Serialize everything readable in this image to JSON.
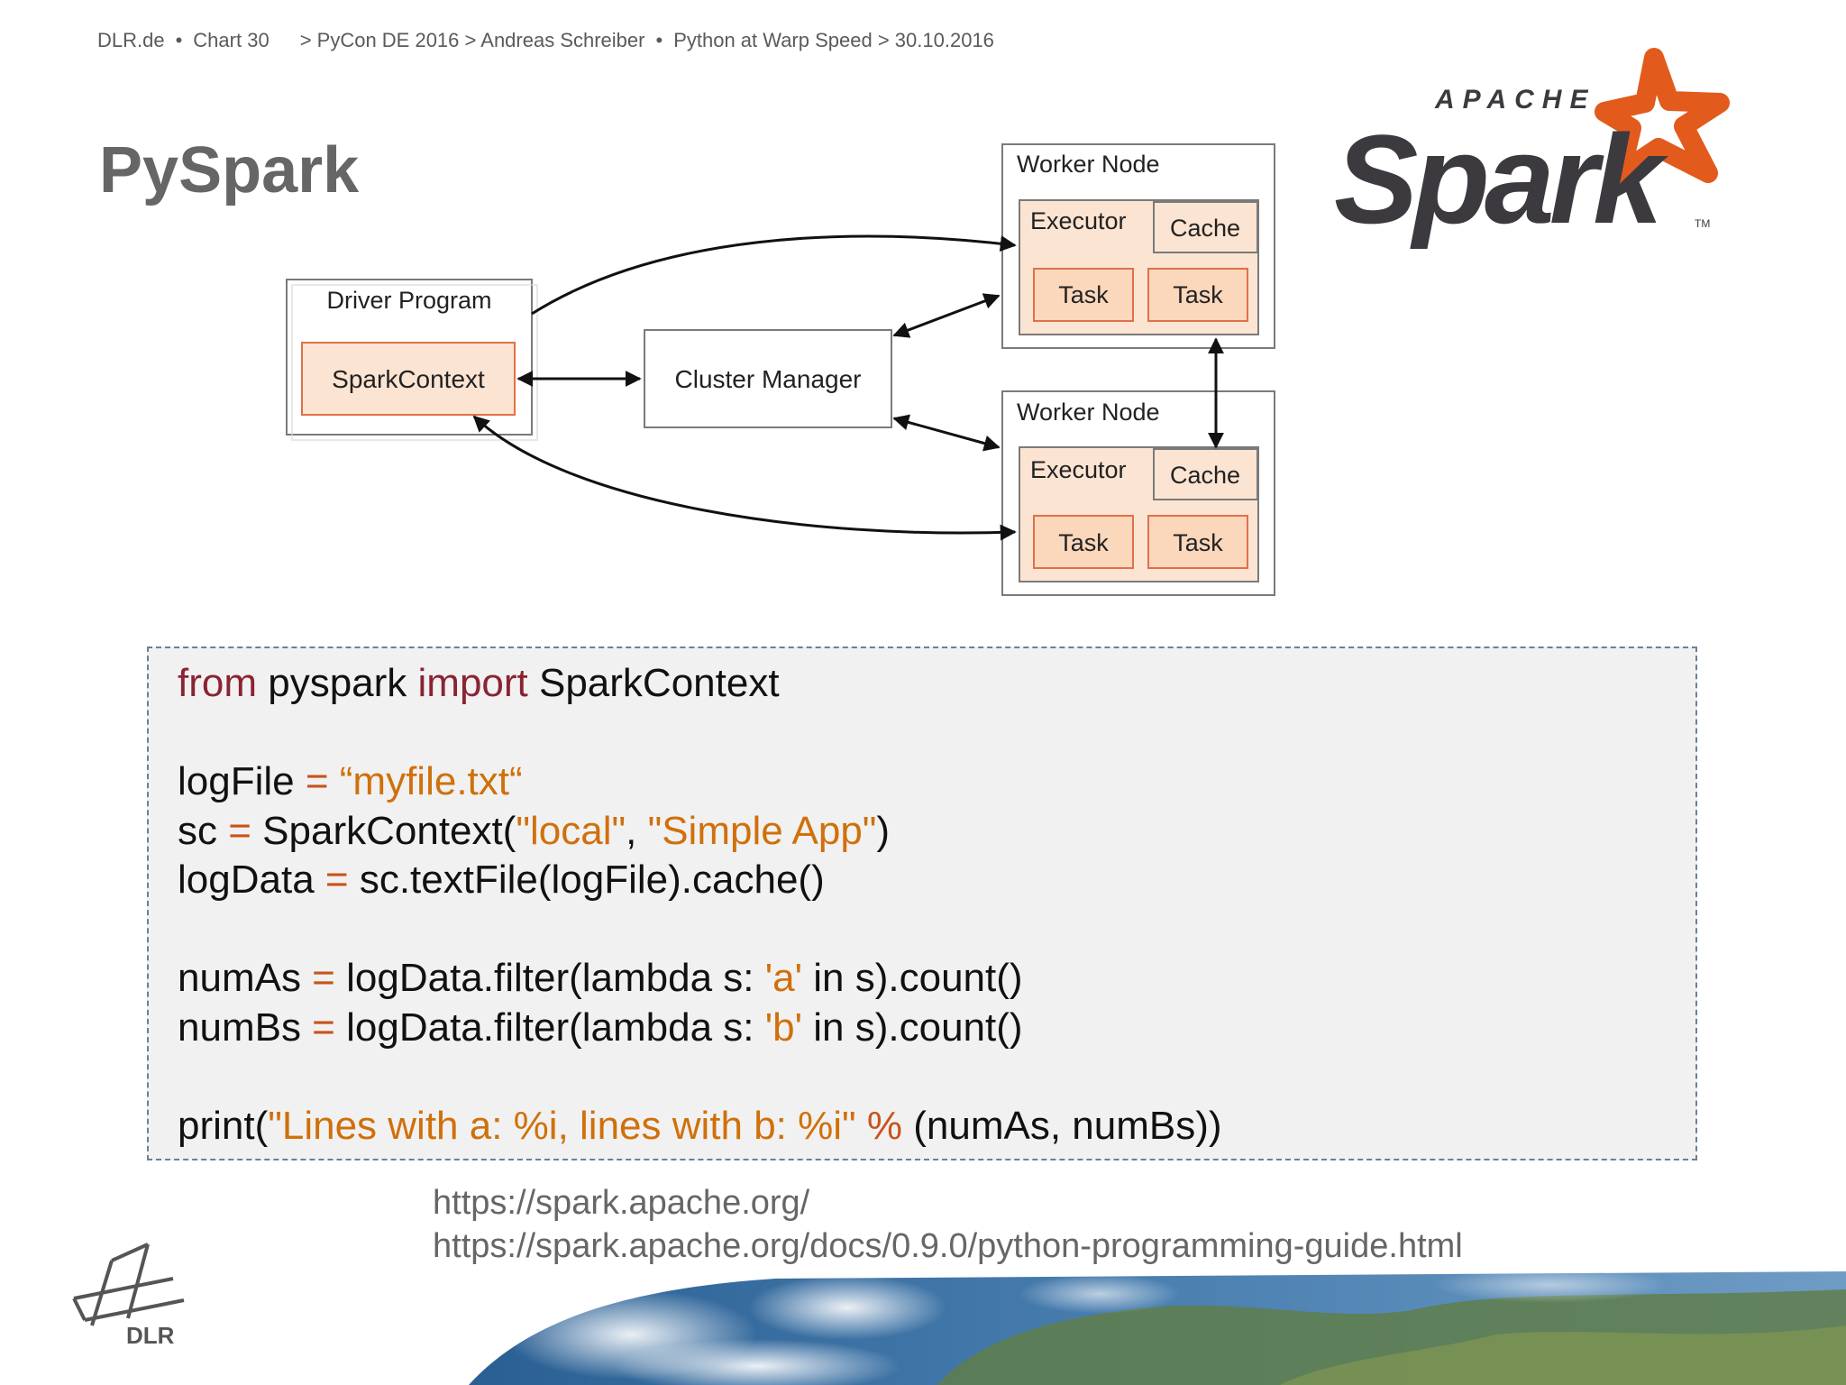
{
  "header": {
    "site": "DLR.de",
    "chart": "Chart 30",
    "path": "> PyCon DE 2016 > Andreas Schreiber",
    "talk": "Python at Warp Speed > 30.10.2016",
    "separator": "•"
  },
  "slide": {
    "title": "PySpark"
  },
  "logo": {
    "apache": "APACHE",
    "spark": "Spark",
    "tm": "TM"
  },
  "diagram": {
    "driver": {
      "title": "Driver Program",
      "context": "SparkContext"
    },
    "cluster_manager": "Cluster Manager",
    "worker_nodes": [
      {
        "title": "Worker Node",
        "executor": "Executor",
        "cache": "Cache",
        "tasks": [
          "Task",
          "Task"
        ]
      },
      {
        "title": "Worker Node",
        "executor": "Executor",
        "cache": "Cache",
        "tasks": [
          "Task",
          "Task"
        ]
      }
    ]
  },
  "code": {
    "l1": {
      "kw1": "from",
      "t1": " pyspark ",
      "kw2": "import",
      "t2": " SparkContext"
    },
    "l3": {
      "t1": "logFile ",
      "op": "=",
      "str": " “myfile.txt“"
    },
    "l4": {
      "t1": "sc ",
      "op": "=",
      "t2": " SparkContext(",
      "s1": "\"local\"",
      "t3": ", ",
      "s2": "\"Simple App\"",
      "t4": ")"
    },
    "l5": {
      "t1": "logData ",
      "op": "=",
      "t2": " sc.textFile(logFile).cache()"
    },
    "l7": {
      "t1": "numAs ",
      "op": "=",
      "t2": " logData.filter(lambda s: ",
      "s1": "'a'",
      "t3": " in s).count()"
    },
    "l8": {
      "t1": "numBs ",
      "op": "=",
      "t2": " logData.filter(lambda s: ",
      "s1": "'b'",
      "t3": " in s).count()"
    },
    "l10": {
      "t1": "print(",
      "s1": "\"Lines with a: %i, lines with b: %i\"",
      "op": " %",
      "t2": " (numAs, numBs))"
    }
  },
  "links": [
    "https://spark.apache.org/",
    "https://spark.apache.org/docs/0.9.0/python-programming-guide.html"
  ],
  "dlr_logo": {
    "text": "DLR"
  },
  "colors": {
    "title": "#666666",
    "keyword": "#8b2332",
    "string": "#d0700a",
    "operator": "#c9531a",
    "box_fill": "#fce4d2",
    "spark_orange": "#e25a1c",
    "spark_dark": "#3c3a3e",
    "code_border": "#6b7f9b",
    "code_bg": "#f1f1f2"
  },
  "icons": {
    "logo": "apache-spark-logo",
    "dlr": "dlr-logo",
    "earth": "earth-image"
  }
}
